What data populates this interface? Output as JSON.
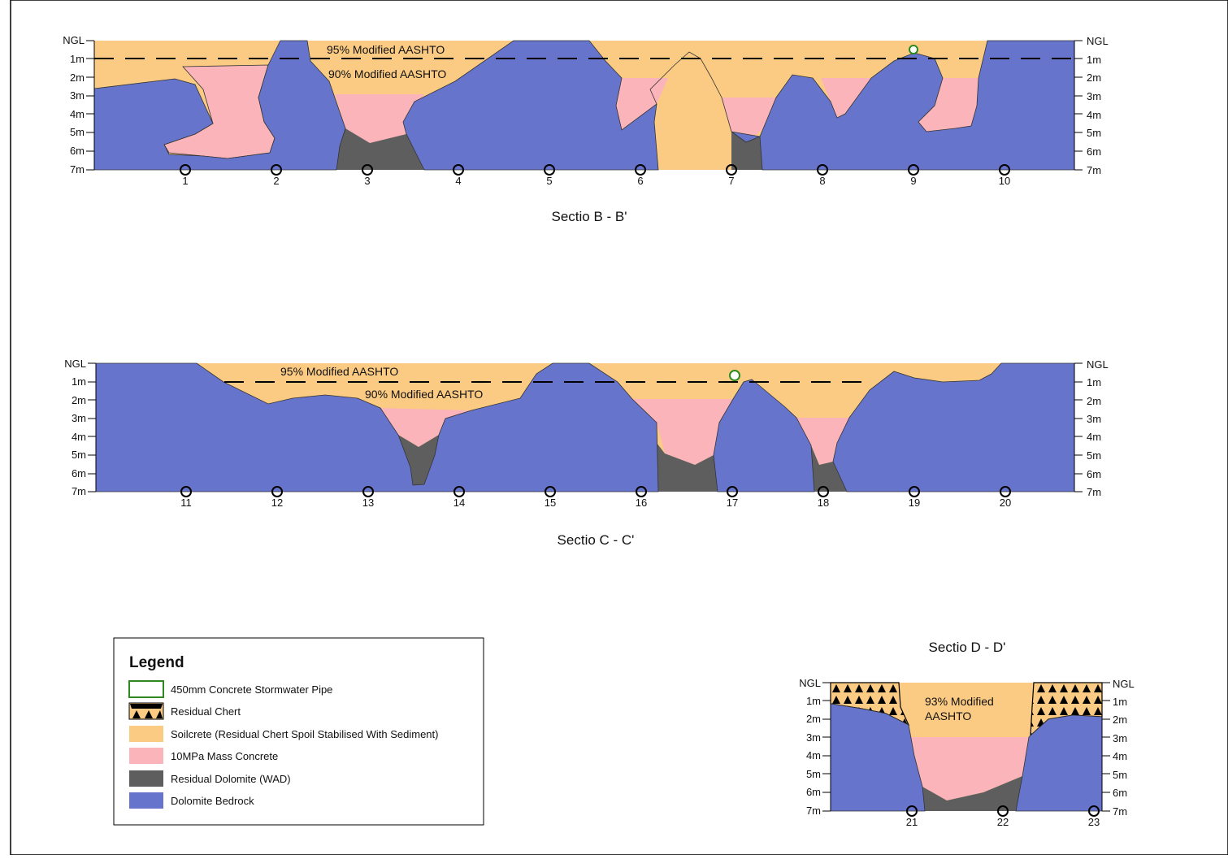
{
  "colors": {
    "soilcrete": "#FBCB83",
    "concrete": "#FBB5BA",
    "wad": "#5E5E5E",
    "bedrock": "#6675CB",
    "pipe_outline": "#2E8A1E",
    "chert": "#FBCB83"
  },
  "axis": {
    "ticks": [
      "NGL",
      "1m",
      "2m",
      "3m",
      "4m",
      "5m",
      "6m",
      "7m"
    ]
  },
  "sections": {
    "b": {
      "title": "Sectio B - B'",
      "ann_top": "95% Modified AASHTO",
      "ann_bottom": "90% Modified AASHTO",
      "boreholes": [
        "1",
        "2",
        "3",
        "4",
        "5",
        "6",
        "7",
        "8",
        "9",
        "10"
      ]
    },
    "c": {
      "title": "Sectio C - C'",
      "ann_top": "95% Modified AASHTO",
      "ann_bottom": "90% Modified AASHTO",
      "boreholes": [
        "11",
        "12",
        "13",
        "14",
        "15",
        "16",
        "17",
        "18",
        "19",
        "20"
      ]
    },
    "d": {
      "title": "Sectio D - D'",
      "ann_line1": "93% Modified",
      "ann_line2": "AASHTO",
      "boreholes": [
        "21",
        "22",
        "23"
      ]
    }
  },
  "legend": {
    "title": "Legend",
    "items": [
      {
        "label": "450mm Concrete Stormwater Pipe",
        "icon": "pipe-swatch"
      },
      {
        "label": "Residual Chert",
        "icon": "chert-swatch"
      },
      {
        "label": "Soilcrete (Residual Chert Spoil Stabilised With Sediment)",
        "icon": "soilcrete-swatch"
      },
      {
        "label": "10MPa Mass Concrete",
        "icon": "concrete-swatch"
      },
      {
        "label": "Residual Dolomite (WAD)",
        "icon": "wad-swatch"
      },
      {
        "label": "Dolomite Bedrock",
        "icon": "bedrock-swatch"
      }
    ]
  }
}
